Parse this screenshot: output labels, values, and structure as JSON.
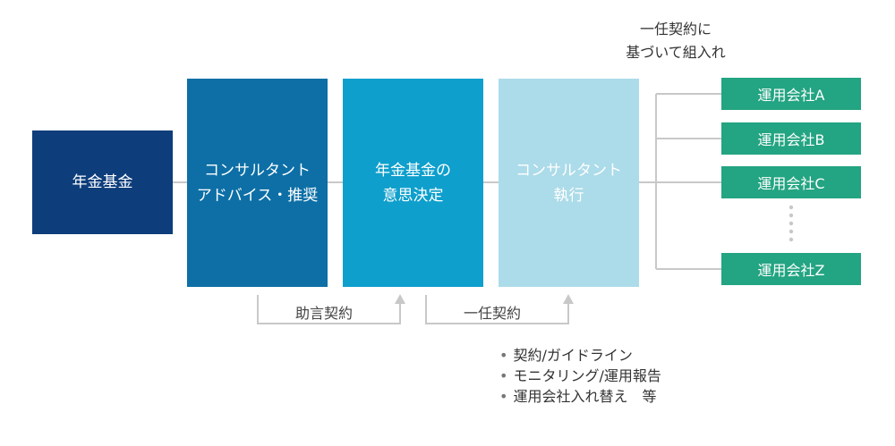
{
  "nodes": {
    "pension_fund": {
      "line1": "年金基金"
    },
    "consultant_advice": {
      "line1": "コンサルタント",
      "line2": "アドバイス・推奨"
    },
    "fund_decision": {
      "line1": "年金基金の",
      "line2": "意思決定"
    },
    "consultant_execution": {
      "line1": "コンサルタント",
      "line2": "執行"
    }
  },
  "companies": [
    {
      "label": "運用会社A"
    },
    {
      "label": "運用会社B"
    },
    {
      "label": "運用会社C"
    },
    {
      "label": "運用会社Z"
    }
  ],
  "top_note": {
    "line1": "一任契約に",
    "line2": "基づいて組入れ"
  },
  "contracts": {
    "advisory": "助言契約",
    "discretionary": "一任契約"
  },
  "bullets": [
    "契約/ガイドライン",
    "モニタリング/運用報告",
    "運用会社入れ替え　等"
  ],
  "colors": {
    "pension_fund": "#0d3d7b",
    "consultant_advice": "#0d6fa6",
    "fund_decision": "#0e9fcc",
    "consultant_execution": "#acdbe9",
    "company": "#23a482",
    "connector": "#c8c8c8"
  }
}
